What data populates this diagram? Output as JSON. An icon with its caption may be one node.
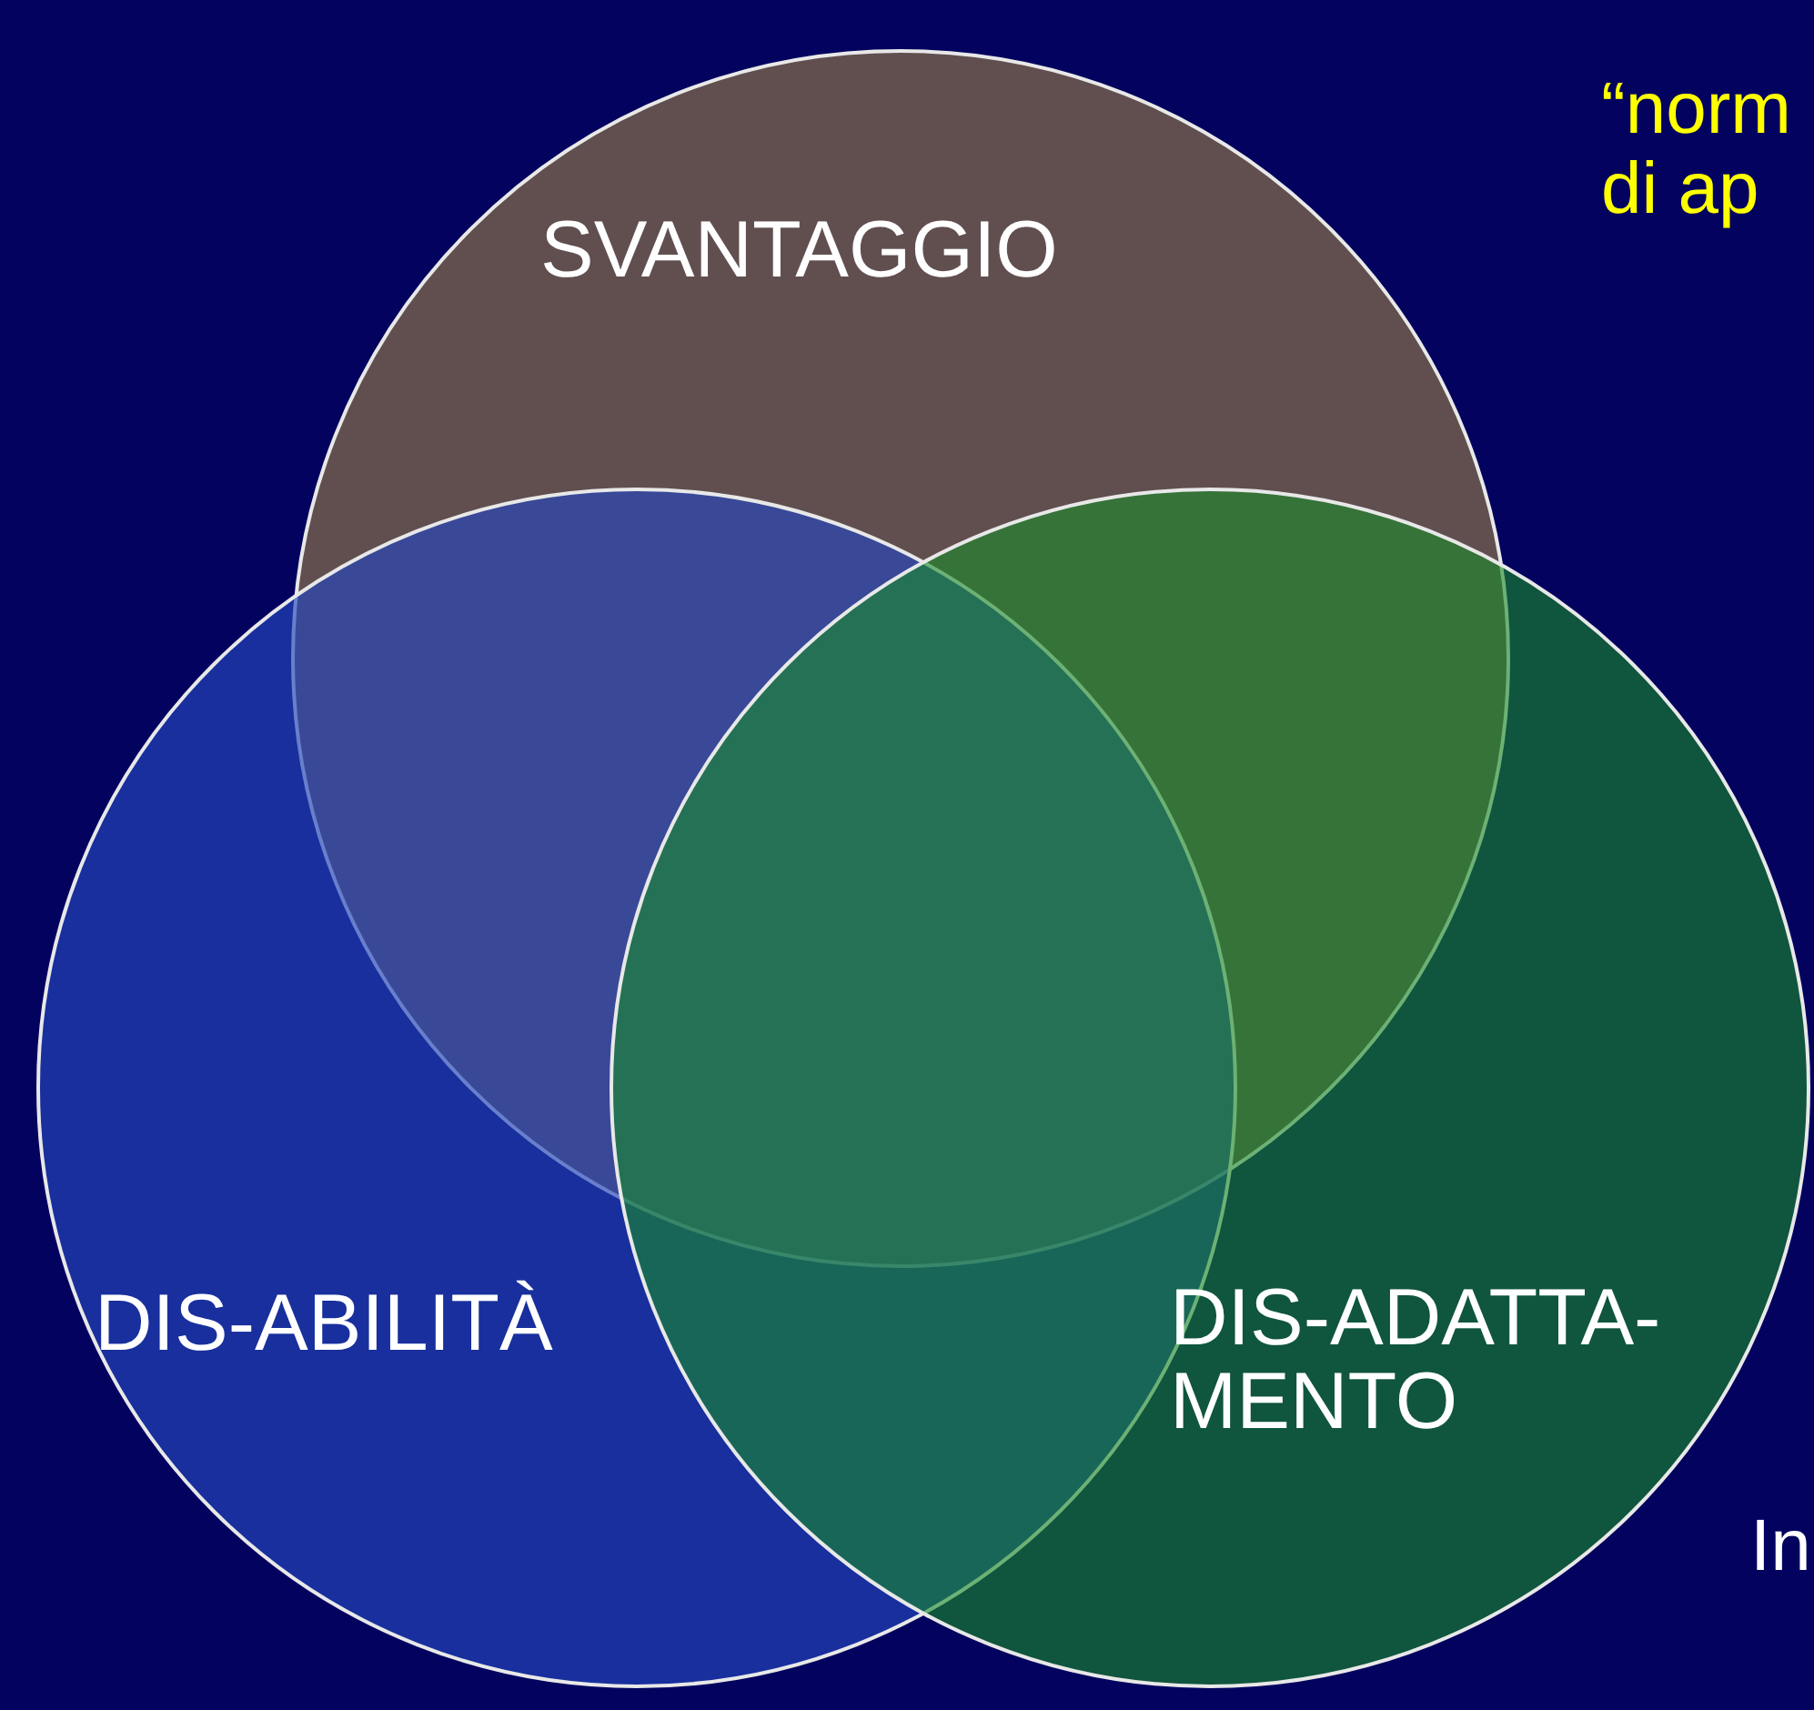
{
  "diagram": {
    "nodes": [
      {
        "text": [
          "SVANTAGGIO"
        ]
      },
      {
        "text": [
          "DIS-ABILITÀ"
        ]
      },
      {
        "text": [
          "DIS-ADATTA- MENTO"
        ]
      }
    ],
    "labels": [
      "“norm di ap",
      "In"
    ]
  }
}
